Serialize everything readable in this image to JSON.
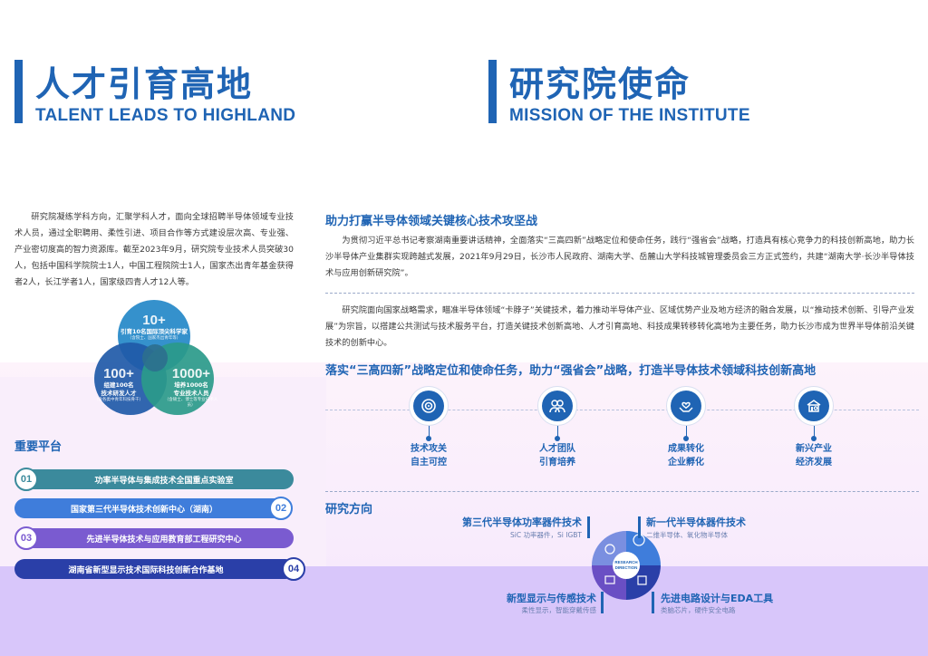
{
  "left": {
    "heading_cn": "人才引育高地",
    "heading_en": "TALENT LEADS TO HIGHLAND",
    "intro": "研究院凝练学科方向，汇聚学科人才，面向全球招聘半导体领域专业技术人员，通过全职聘用、柔性引进、项目合作等方式建设层次高、专业强、产业密切度高的智力资源库。截至2023年9月，研究院专业技术人员突破30人，包括中国科学院院士1人，中国工程院院士1人，国家杰出青年基金获得者2人，长江学者1人，国家级四青人才12人等。",
    "venn": {
      "top": {
        "big": "10+",
        "line1": "引育10名国际顶尖科学家",
        "small": "（含院士、国家杰出青年等）"
      },
      "left": {
        "big": "100+",
        "line1": "组建100名",
        "line2": "技术研发人才",
        "small": "（含各类中青年科技骨干）"
      },
      "right": {
        "big": "1000+",
        "line1": "培养1000名",
        "line2": "专业技术人员",
        "small": "（含硕士、博士等专业技术人员）"
      }
    },
    "platforms_title": "重要平台",
    "platforms": [
      {
        "num": "01",
        "label": "功率半导体与集成技术全国重点实验室"
      },
      {
        "num": "02",
        "label": "国家第三代半导体技术创新中心（湖南）"
      },
      {
        "num": "03",
        "label": "先进半导体技术与应用教育部工程研究中心"
      },
      {
        "num": "04",
        "label": "湖南省新型显示技术国际科技创新合作基地"
      }
    ]
  },
  "right": {
    "heading_cn": "研究院使命",
    "heading_en": "MISSION OF THE INSTITUTE",
    "sub1": "助力打赢半导体领域关键核心技术攻坚战",
    "para1": "为贯彻习近平总书记考察湖南重要讲话精神，全面落实“三高四新”战略定位和使命任务，践行“强省会”战略，打造具有核心竞争力的科技创新高地，助力长沙半导体产业集群实现跨越式发展，2021年9月29日，长沙市人民政府、湖南大学、岳麓山大学科技城管理委员会三方正式签约，共建“湖南大学·长沙半导体技术与应用创新研究院”。",
    "para2": "研究院面向国家战略需求，瞄准半导体领域“卡脖子”关键技术，着力推动半导体产业、区域优势产业及地方经济的融合发展，以“推动技术创新、引导产业发展”为宗旨，以搭建公共测试与技术服务平台，打造关键技术创新高地、人才引育高地、科技成果转移转化高地为主要任务，助力长沙市成为世界半导体前沿关键技术的创新中心。",
    "sub2": "落实“三高四新”战略定位和使命任务，助力“强省会”战略，打造半导体技术领域科技创新高地",
    "missions": [
      {
        "icon": "target-icon",
        "line1": "技术攻关",
        "line2": "自主可控"
      },
      {
        "icon": "team-icon",
        "line1": "人才团队",
        "line2": "引育培养"
      },
      {
        "icon": "handshake-heart-icon",
        "line1": "成果转化",
        "line2": "企业孵化"
      },
      {
        "icon": "industry-building-icon",
        "line1": "新兴产业",
        "line2": "经济发展"
      }
    ],
    "research_title": "研究方向",
    "center_label_1": "RESEARCH",
    "center_label_2": "DIRECTION",
    "directions": [
      {
        "title": "第三代半导体功率器件技术",
        "sub": "SiC 功率器件，Si IGBT"
      },
      {
        "title": "新一代半导体器件技术",
        "sub": "二维半导体、氧化物半导体"
      },
      {
        "title": "新型显示与传感技术",
        "sub": "柔性显示，智能穿戴传感"
      },
      {
        "title": "先进电路设计与EDA工具",
        "sub": "类脑芯片，硬件安全电路"
      }
    ]
  },
  "colors": {
    "brand_blue": "#1f64b4",
    "teal": "#3b8a9c",
    "blue": "#3f7ddb",
    "purple": "#7a5bd0",
    "navy": "#2a3fa8",
    "pink_bg": "#f9eefb",
    "purple_bg": "#d8c6fa"
  }
}
